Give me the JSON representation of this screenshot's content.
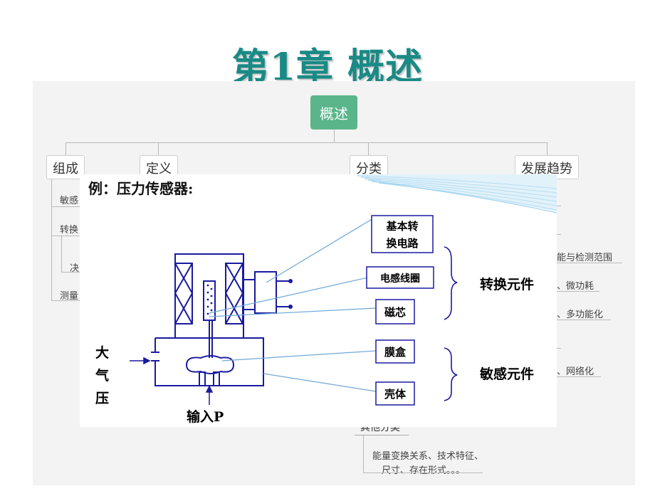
{
  "title": "第1章 概述",
  "mindmap": {
    "root": "概述",
    "branches": [
      "组成",
      "定义",
      "分类",
      "发展趋势"
    ],
    "left_leaves": [
      "敏感",
      "转换",
      "决",
      "测量"
    ],
    "right_leaves": [
      "能与检测范围",
      "、微功耗",
      "、多功能化",
      "、网络化"
    ],
    "bottom_heading": "其他分类",
    "bottom_text_1": "能量变换关系、技术特征、",
    "bottom_text_2": "尺寸、存在形式。。。"
  },
  "figure": {
    "title": "例：压力传感器:",
    "boxes": [
      "基本转",
      "换电路",
      "电感线圈",
      "磁芯",
      "膜盒",
      "壳体"
    ],
    "groups": [
      "转换元件",
      "敏感元件"
    ],
    "atm": [
      "大",
      "气",
      "压"
    ],
    "input": "输入P"
  }
}
